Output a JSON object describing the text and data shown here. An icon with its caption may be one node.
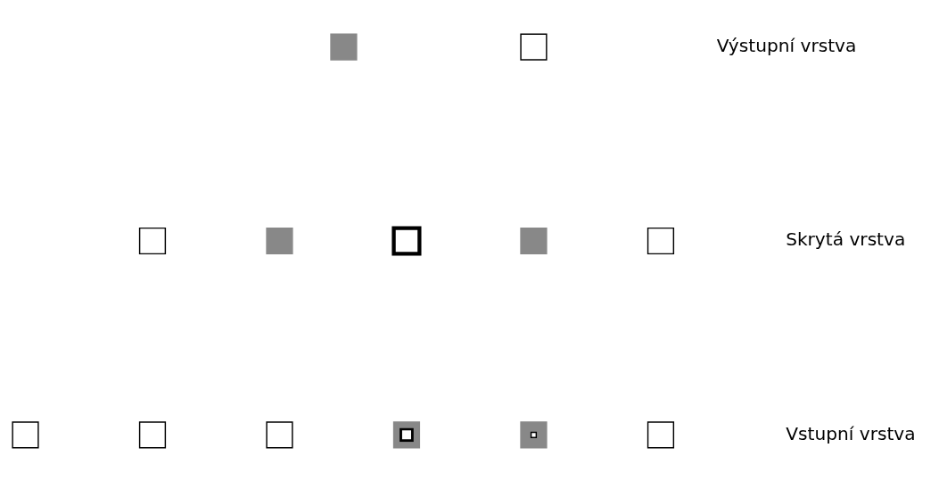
{
  "diagram": {
    "nodes": [
      {
        "text": [],
        "shape": "box"
      },
      {
        "text": [],
        "shape": "box"
      },
      {
        "text": [],
        "shape": "box"
      },
      {
        "text": [],
        "shape": "box"
      },
      {
        "text": [],
        "shape": "box"
      },
      {
        "text": [],
        "shape": "box"
      },
      {
        "text": [],
        "shape": "box"
      },
      {
        "text": [],
        "shape": "box"
      },
      {
        "text": [],
        "shape": "box"
      },
      {
        "text": [],
        "shape": "box"
      },
      {
        "text": [],
        "shape": "box"
      },
      {
        "text": [],
        "shape": "box"
      },
      {
        "text": [],
        "shape": "box"
      }
    ],
    "labels": [
      "Výstupní vrstva",
      "Skrytá vrstva",
      "Vstupní vrstva"
    ]
  }
}
